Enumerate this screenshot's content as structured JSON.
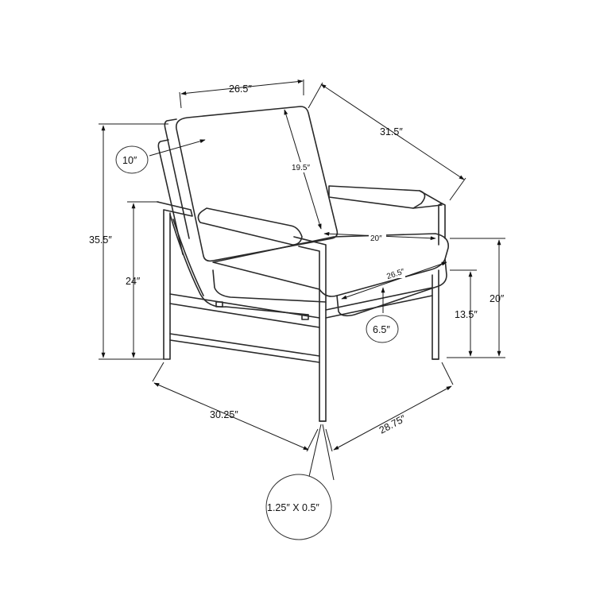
{
  "labels": {
    "top_width": "26.5″",
    "depth_top": "31.5″",
    "back_cushion": "10″",
    "back_height_inner": "19.5″",
    "seat_depth": "20″",
    "seat_width": "26.5″",
    "total_height": "35.5″",
    "arm_height": "24″",
    "seat_height": "20″",
    "leg_clearance": "13.5″",
    "seat_cushion": "6.5″",
    "base_width": "30.25″",
    "base_depth": "28.75″",
    "tube_size": "1.25″ X 0.5″"
  },
  "colors": {
    "line": "#2a2a2a",
    "background": "#ffffff"
  }
}
